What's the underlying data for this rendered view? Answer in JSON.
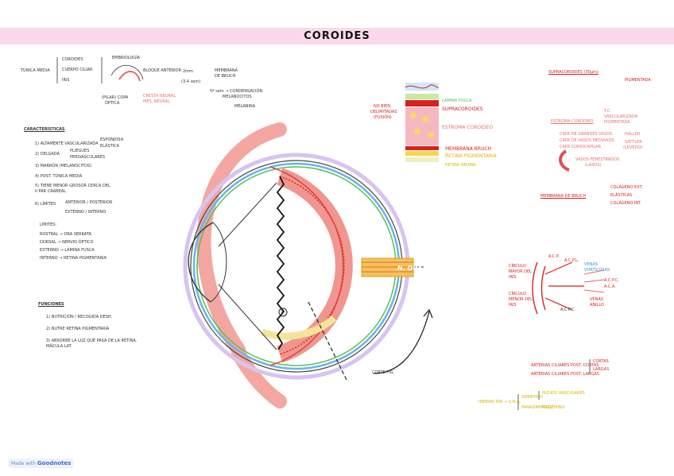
{
  "title": "COROIDES",
  "tunica": {
    "label": "TÚNICA MEDIA",
    "parts": [
      "COROIDES",
      "CUERPO CILIAR",
      "IRIS"
    ],
    "embriologia": "EMBRIOLOGÍA",
    "bloque": [
      "BLOQUE ANTERIOR"
    ],
    "notes": [
      "(PILAR) COPA",
      "ÓPTICA",
      "CRESTA NEURAL",
      "MES. NEURAL"
    ],
    "timeline": [
      "2mm",
      "(3-4 sem)",
      "MEMBRANA",
      "DE BRUCH",
      "5ª sem → CONDENSACIÓN",
      "MELANOCITOS",
      "MELANINA"
    ]
  },
  "caracteristicas": {
    "heading": "CARACTERÍSTICAS",
    "items": [
      "1) ALTAMENTE VASCULARIZADA",
      "2) DELGADA",
      "3) MARRÓN (MELANOCITOS)",
      "4) POST. TÚNICA MEDIA",
      "5) TIENE MENOR GROSOR CERCA DEL II PAR CRANEAL",
      "6) LÍMITES"
    ],
    "side": [
      "ESPONJOSA",
      "ELÁSTICA",
      "PLIEGUES",
      "PERIVASCULARES"
    ],
    "limits_side": [
      "ANTERIOR / POSTERIOR",
      "EXTERNO / INTERNO"
    ],
    "limits_heading": "LÍMITES:",
    "limits": [
      "ROSTRAL → ORA SERRATA",
      "DORSAL → NERVIO ÓPTICO",
      "EXTERNO → LÁMINA FUSCA",
      "INTERNO → RETINA PIGMENTARIA"
    ]
  },
  "funciones": {
    "heading": "FUNCIONES",
    "items": [
      "1) NUTRICIÓN / RECOGIDA DESH.",
      "2) NUTRE RETINA PIGMENTARIA",
      "3) ABSORBE LA LUZ QUE PASA DE LA RETINA. MÁCULA LAT."
    ]
  },
  "diagram": {
    "numbered": "1",
    "n_opt": "N. OPT.",
    "corte": "CORTE FIG."
  },
  "layers": {
    "top_note": [
      "NO BIEN",
      "DELIMITADAS",
      "(FUSIÓN)"
    ],
    "labels": [
      "LÁMINA FUSCA",
      "SUPRACOROIDES",
      "ESTROMA COROIDEO",
      "MEMBRANA BRUCH",
      "RETINA PIGMENTARIA",
      "RETINA NEURAL"
    ]
  },
  "right_notes": {
    "supracoroides": "SUPRACOROIDES (30µm)",
    "supra_side": "PIGMENTADA",
    "estroma": "ESTROMA COROIDEO",
    "estroma_side": [
      "T.C.",
      "VASCULARIZADA",
      "PIGMENTADA"
    ],
    "estroma_items": [
      "CAPA DE GRANDES VASOS",
      "CAPA DE VASOS MEDIANOS",
      "CAPA CORIOCAPILAR"
    ],
    "estroma_names": [
      "HALLER",
      "SATTLER",
      "(LEVEDO)"
    ],
    "vasos": [
      "VASOS FENESTRADOS",
      "(LAXOS)"
    ],
    "bruch": "MEMBRANA DE BRUCH",
    "bruch_side": [
      "COLÁGENO EXT.",
      "ELÁSTICAS",
      "COLÁGENO INT."
    ]
  },
  "vessels": {
    "labels": [
      "A.C.P.",
      "CÍRCULO MAYOR DEL IRIS",
      "A.C.P.L.",
      "VENAS VORTICOSAS",
      "CÍRCULO MENOR DEL IRIS",
      "A.C.P.C.",
      "A.C.A.",
      "VENAS ANILLO",
      "A.C.P.C."
    ],
    "arteries": [
      "ARTERIAS CILIARES POST. CORTAS",
      "ARTERIAS CILIARES POST. LARGAS"
    ],
    "arteries_side": [
      "CORTAS",
      "LARGAS"
    ],
    "inervacion": "INERVACIÓN → S.N.A.",
    "inerv_items": [
      "SIMPÁTICO",
      "PARASIMPÁTICO"
    ],
    "inerv_side": [
      "PLEXOS VASCULARES",
      "TRIGÉMINO"
    ]
  },
  "footer": {
    "made_with": "Made with",
    "brand": "Goodnotes"
  },
  "colors": {
    "banner": "#f9d9ea",
    "red": "#d82020",
    "pink": "#f4a6a1",
    "yellow": "#f4d84a",
    "blue": "#3a8fd8",
    "purple": "#b999e2",
    "green": "#5bbd57"
  }
}
